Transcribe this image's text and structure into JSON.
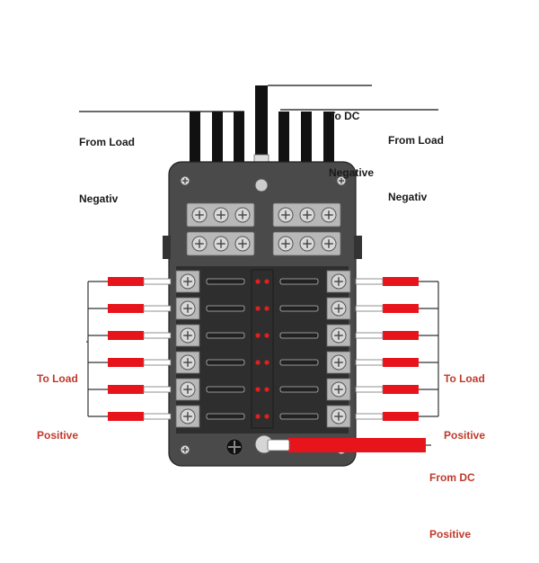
{
  "labels": {
    "load_negative_left": {
      "line1": "From Load",
      "line2": "Negativ"
    },
    "dc_negative": {
      "line1": "To DC",
      "line2": "Negative"
    },
    "load_negative_right": {
      "line1": "From Load",
      "line2": "Negativ"
    },
    "load_positive_left": {
      "line1": "To Load",
      "line2": "Positive"
    },
    "load_positive_right": {
      "line1": "To Load",
      "line2": "Positive"
    },
    "dc_positive": {
      "line1": "From DC",
      "line2": "Positive"
    }
  },
  "fuse_rows": 6,
  "colors": {
    "label_text": "#1a1a1a",
    "label_text_red": "#c0392b",
    "housing": "#4a4a4a",
    "housing_dark": "#2e2e2e",
    "terminal": "#b8b8b8",
    "wire_black": "#111111",
    "wire_red": "#e8141c",
    "led": "#e0201c"
  }
}
